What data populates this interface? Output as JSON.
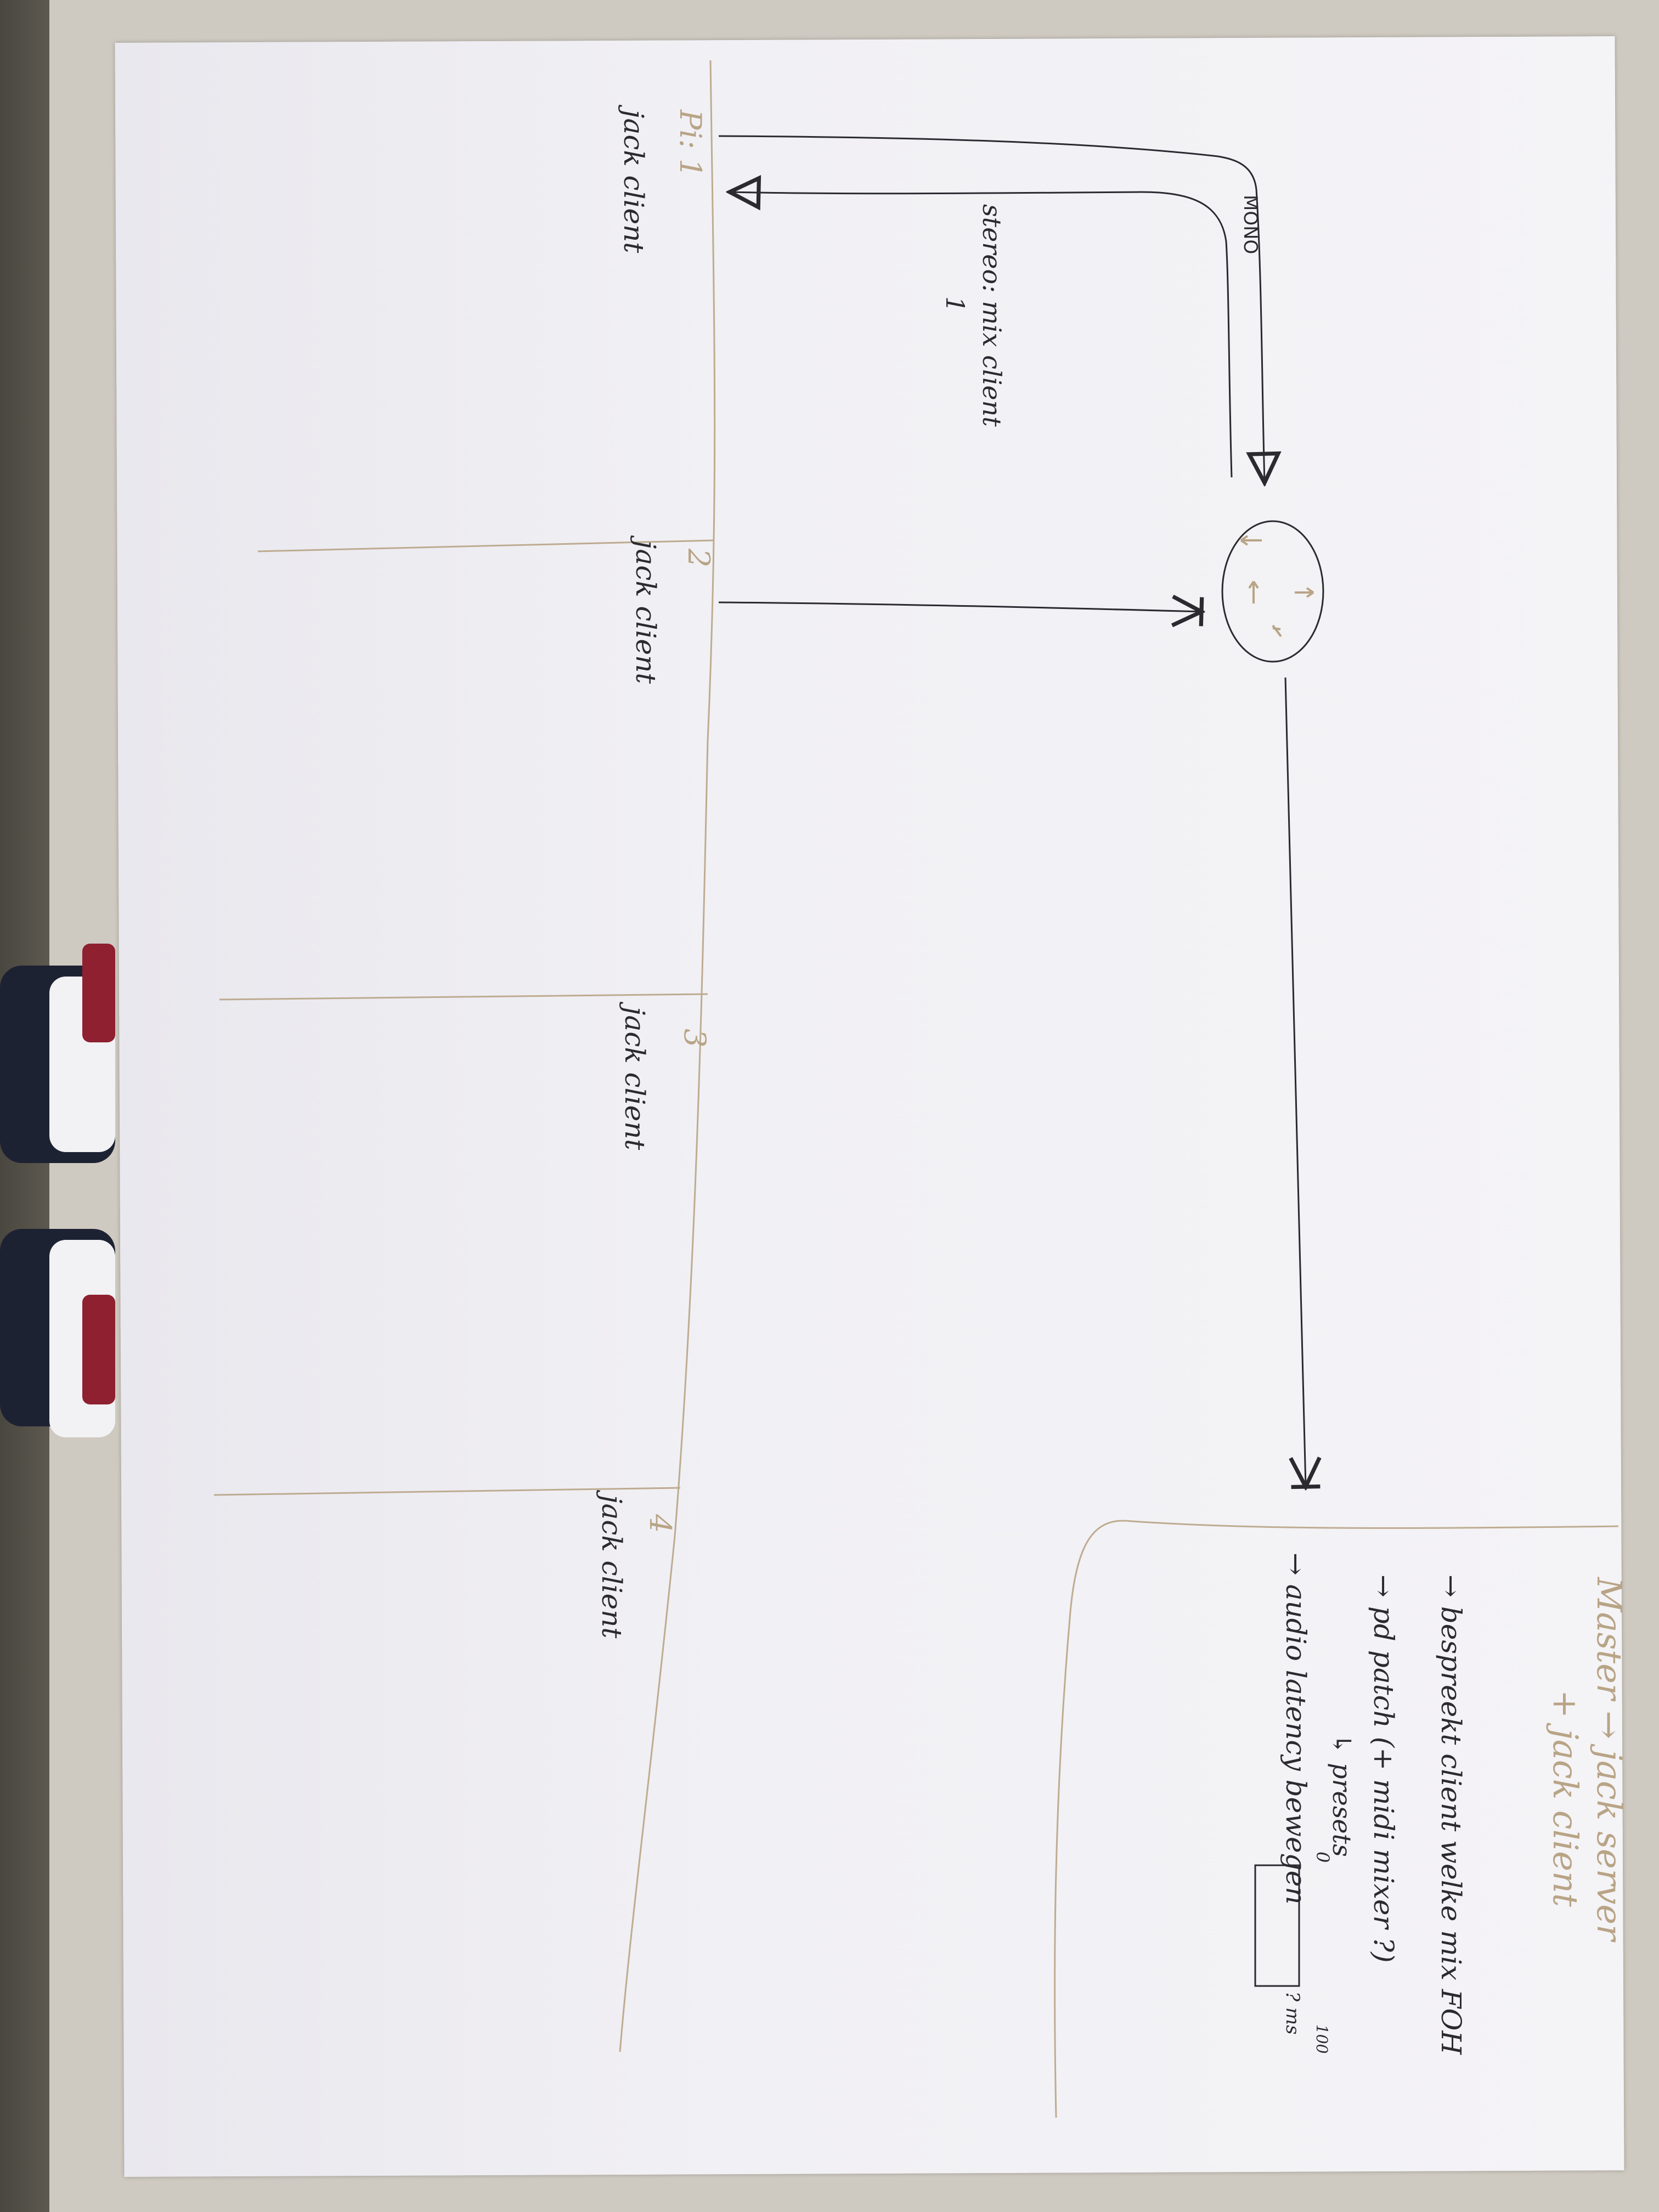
{
  "diagram": {
    "pis": [
      {
        "id": "pi1",
        "number": "Pi: 1",
        "label": "jack client"
      },
      {
        "id": "pi2",
        "number": "2",
        "label": "jack client"
      },
      {
        "id": "pi3",
        "number": "3",
        "label": "jack client"
      },
      {
        "id": "pi4",
        "number": "4",
        "label": "jack client"
      }
    ],
    "pi1_signals": {
      "mono": "MONO",
      "stereo_line1": "stereo: mix client",
      "stereo_line2": "1"
    },
    "master": {
      "title_line1": "Master → jack server",
      "title_line2": "+ jack client",
      "notes": [
        "→ bespreekt client welke mix FOH",
        "→ pd patch (+ midi mixer ?)",
        "↳ presets",
        "→ audio latency bewegen"
      ],
      "latency_low": "0",
      "latency_high": "100",
      "latency_unit": "? ms"
    },
    "colors": {
      "pen": "#2a2a30",
      "pencil": "#b8a486",
      "paper": "#f1f0f4"
    }
  }
}
